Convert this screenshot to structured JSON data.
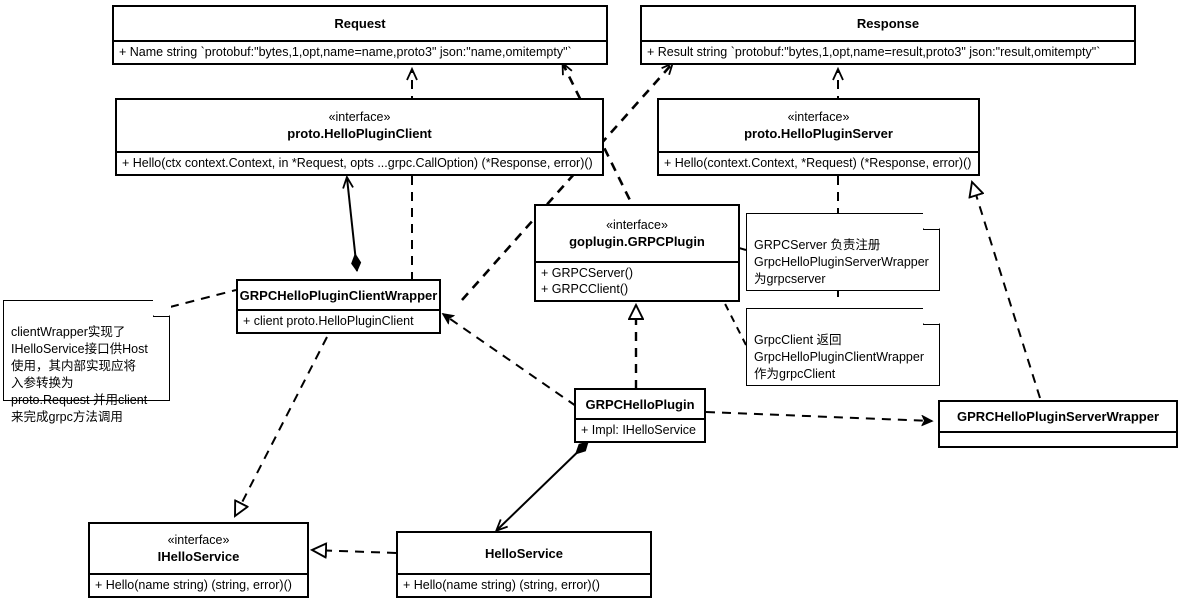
{
  "diagram": {
    "title": "Go plugin gRPC UML class diagram",
    "stereotype_label": "«interface»",
    "colors": {
      "line": "#000000",
      "fill": "#ffffff",
      "text": "#000000"
    }
  },
  "classes": [
    {
      "id": "request",
      "name": "Request",
      "stereotype": "",
      "members": [
        "+ Name string `protobuf:\"bytes,1,opt,name=name,proto3\" json:\"name,omitempty\"`"
      ]
    },
    {
      "id": "response",
      "name": "Response",
      "stereotype": "",
      "members": [
        "+ Result string `protobuf:\"bytes,1,opt,name=result,proto3\" json:\"result,omitempty\"`"
      ]
    },
    {
      "id": "hello-plugin-client",
      "name": "proto.HelloPluginClient",
      "stereotype": "«interface»",
      "members": [
        "+ Hello(ctx context.Context, in *Request, opts ...grpc.CallOption) (*Response, error)()"
      ]
    },
    {
      "id": "hello-plugin-server",
      "name": "proto.HelloPluginServer",
      "stereotype": "«interface»",
      "members": [
        "+ Hello(context.Context, *Request) (*Response, error)()"
      ]
    },
    {
      "id": "goplugin-grpcplugin",
      "name": "goplugin.GRPCPlugin",
      "stereotype": "«interface»",
      "members": [
        "+ GRPCServer()",
        "+ GRPCClient()"
      ]
    },
    {
      "id": "grpc-hello-plugin-client-wrapper",
      "name": "GRPCHelloPluginClientWrapper",
      "stereotype": "",
      "members": [
        "+ client proto.HelloPluginClient"
      ]
    },
    {
      "id": "grpc-hello-plugin",
      "name": "GRPCHelloPlugin",
      "stereotype": "",
      "members": [
        "+ Impl: IHelloService"
      ]
    },
    {
      "id": "gprc-hello-plugin-server-wrapper",
      "name": "GPRCHelloPluginServerWrapper",
      "stereotype": "",
      "members": [
        ""
      ]
    },
    {
      "id": "ihelloservice",
      "name": "IHelloService",
      "stereotype": "«interface»",
      "members": [
        "+ Hello(name string) (string, error)()"
      ]
    },
    {
      "id": "helloservice",
      "name": "HelloService",
      "stereotype": "",
      "members": [
        "+ Hello(name string) (string, error)()"
      ]
    }
  ],
  "notes": [
    {
      "id": "note-client-wrapper",
      "text": "clientWrapper实现了\nIHelloService接口供Host\n使用，其内部实现应将\n入参转换为\nproto.Request 并用client\n来完成grpc方法调用"
    },
    {
      "id": "note-grpcserver",
      "text": "GRPCServer 负责注册\nGrpcHelloPluginServerWrapper\n为grpcserver"
    },
    {
      "id": "note-grpcclient",
      "text": "GrpcClient 返回\nGrpcHelloPluginClientWrapper\n作为grpcClient"
    }
  ],
  "relationships": [
    {
      "id": "dep-client-to-request",
      "from": "proto.HelloPluginClient",
      "to": "Request",
      "type": "dependency"
    },
    {
      "id": "dep-client-to-response",
      "from": "proto.HelloPluginClient",
      "to": "Response",
      "type": "dependency"
    },
    {
      "id": "dep-server-to-request",
      "from": "proto.HelloPluginServer",
      "to": "Request",
      "type": "dependency"
    },
    {
      "id": "dep-server-to-response",
      "from": "proto.HelloPluginServer",
      "to": "Response",
      "type": "dependency"
    },
    {
      "id": "comp-wrapper-to-client",
      "from": "GRPCHelloPluginClientWrapper",
      "to": "proto.HelloPluginClient",
      "type": "composition"
    },
    {
      "id": "real-wrapper-to-ihelloservice",
      "from": "GRPCHelloPluginClientWrapper",
      "to": "IHelloService",
      "type": "realization"
    },
    {
      "id": "dep-plugin-to-wrapper",
      "from": "GRPCHelloPlugin",
      "to": "GRPCHelloPluginClientWrapper",
      "type": "dependency"
    },
    {
      "id": "real-plugin-to-grpcplugin",
      "from": "GRPCHelloPlugin",
      "to": "goplugin.GRPCPlugin",
      "type": "realization"
    },
    {
      "id": "dep-plugin-to-server-wrapper",
      "from": "GRPCHelloPlugin",
      "to": "GPRCHelloPluginServerWrapper",
      "type": "dependency"
    },
    {
      "id": "comp-plugin-to-helloservice",
      "from": "GRPCHelloPlugin",
      "to": "HelloService",
      "type": "composition"
    },
    {
      "id": "real-serverwrapper-to-pluginserver",
      "from": "GPRCHelloPluginServerWrapper",
      "to": "proto.HelloPluginServer",
      "type": "realization"
    },
    {
      "id": "real-helloservice-to-ihelloservice",
      "from": "HelloService",
      "to": "IHelloService",
      "type": "realization"
    }
  ]
}
